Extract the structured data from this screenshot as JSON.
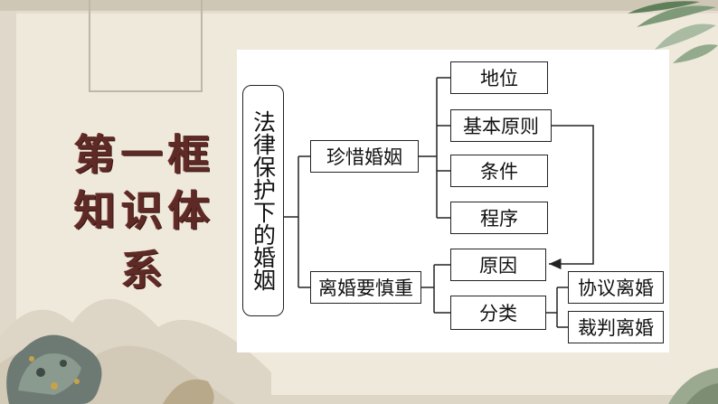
{
  "side_title": {
    "line1": "第一框",
    "line2": "知识体系"
  },
  "diagram": {
    "root": "法律保护下的婚姻",
    "branch1": {
      "label": "珍惜婚姻",
      "children": [
        "地位",
        "基本原则",
        "条件",
        "程序"
      ]
    },
    "branch2": {
      "label": "离婚要慎重",
      "children": [
        "原因",
        "分类"
      ],
      "sub_children": [
        "协议离婚",
        "裁判离婚"
      ]
    }
  },
  "colors": {
    "title": "#5e2a26",
    "background": "#efe9dc",
    "panel": "#ffffff"
  }
}
